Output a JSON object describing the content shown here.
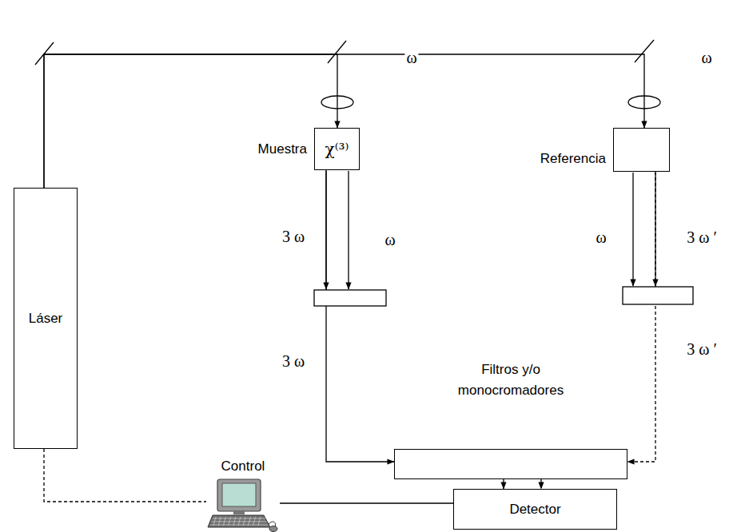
{
  "diagram": {
    "nodes": [
      {
        "text": [
          "Láser"
        ]
      },
      {
        "text": [
          "Muestra",
          "χ⁽³⁾"
        ]
      },
      {
        "text": [
          "Referencia"
        ]
      },
      {
        "text": [
          "Filtros y/o monocromadores"
        ]
      },
      {
        "text": [
          "Control"
        ]
      },
      {
        "text": [
          "Detector"
        ]
      }
    ],
    "edges": [
      {
        "from": 0,
        "to": 1,
        "label": "ω",
        "arrow": "to"
      },
      {
        "from": 0,
        "to": 2,
        "label": "ω",
        "arrow": "to"
      },
      {
        "from": 1,
        "to": 3,
        "label": "3 ω",
        "arrow": "to"
      },
      {
        "from": 2,
        "to": 3,
        "label": "3 ω ′",
        "arrow": "to"
      },
      {
        "from": 3,
        "to": 5,
        "arrow": "to"
      },
      {
        "from": 3,
        "to": 5,
        "arrow": "to"
      },
      {
        "from": 4,
        "to": 5,
        "arrow": "none"
      },
      {
        "from": 0,
        "to": 4,
        "arrow": "none"
      }
    ],
    "labels": [
      "3 ω",
      "ω",
      "ω",
      "3 ω ′"
    ]
  }
}
